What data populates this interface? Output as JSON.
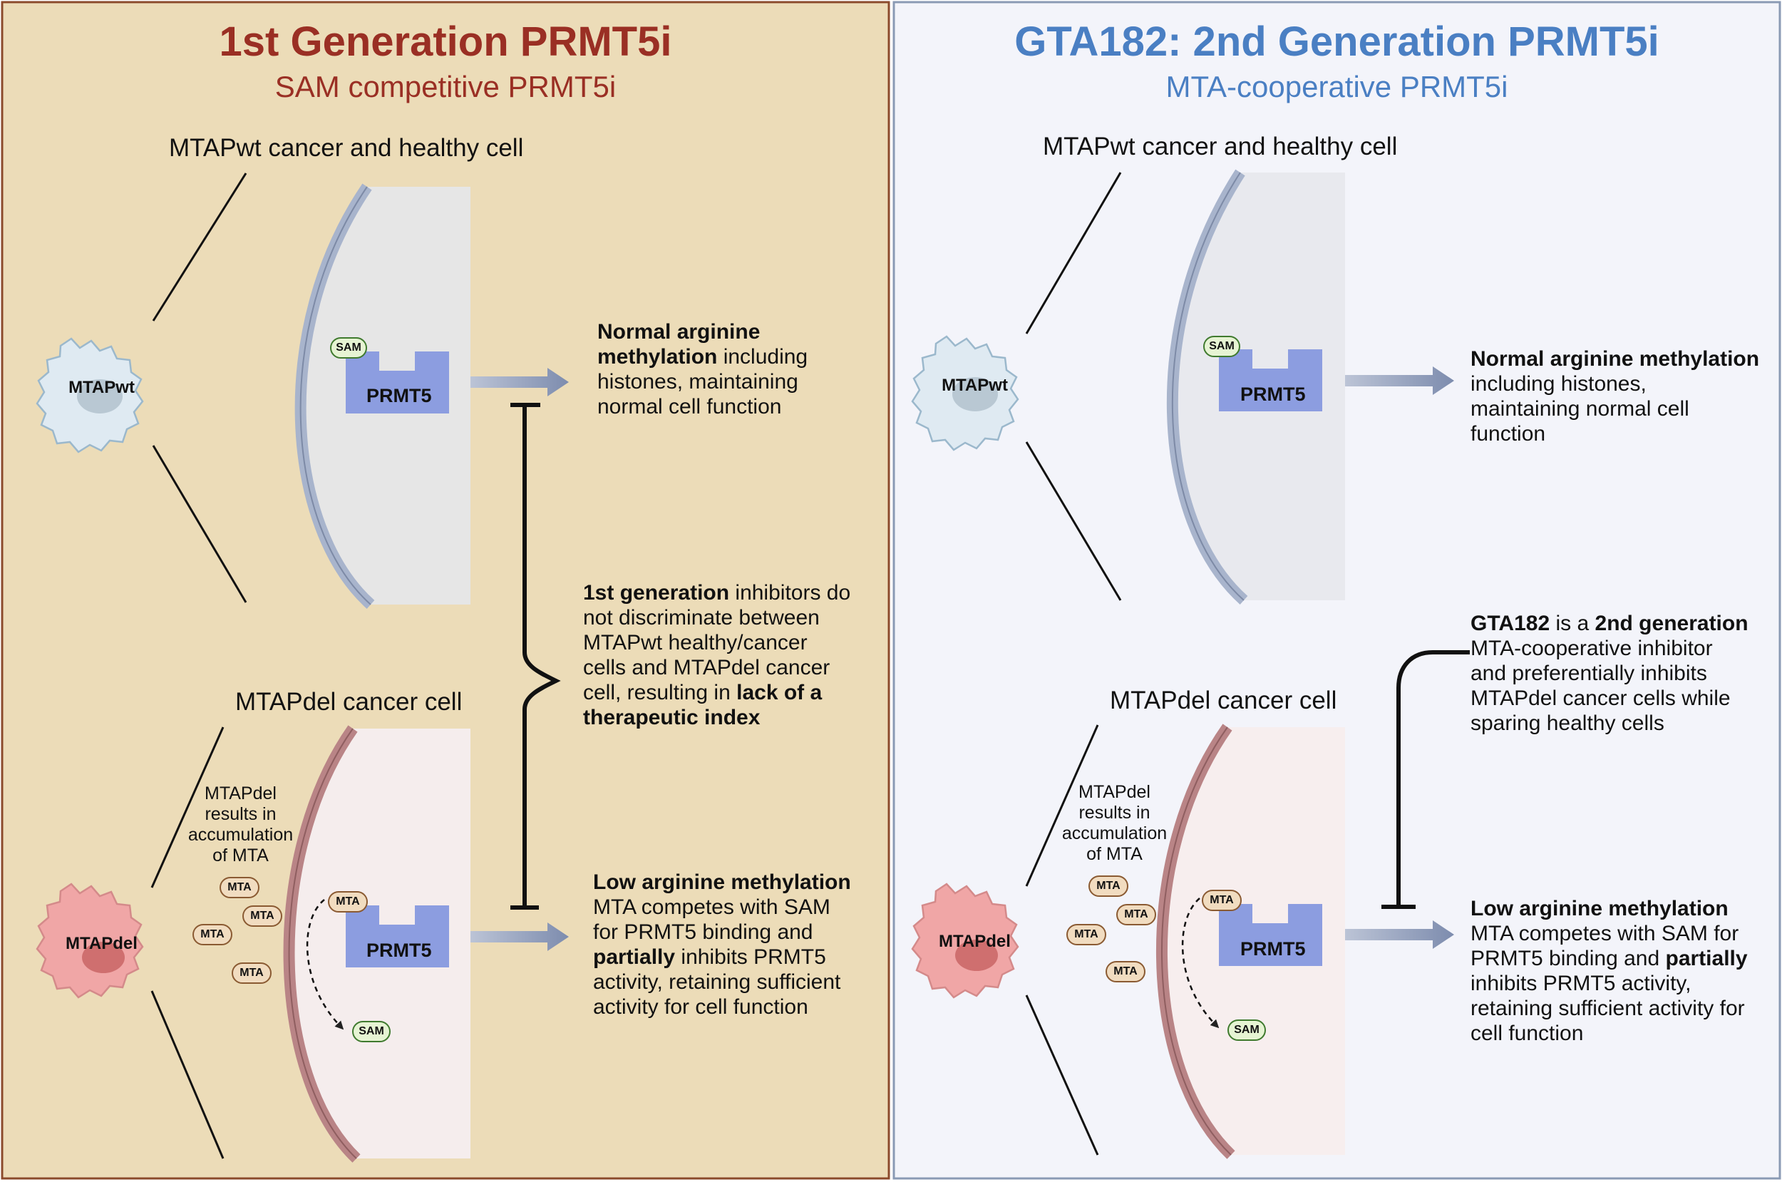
{
  "left": {
    "title": "1st Generation PRMT5i",
    "subtitle": "SAM competitive PRMT5i",
    "wt_heading": "MTAPwt cancer and healthy cell",
    "del_heading": "MTAPdel cancer cell",
    "wt_cell_label": "MTAPwt",
    "del_cell_label": "MTAPdel",
    "prmt5_top": "PRMT5",
    "prmt5_bottom": "PRMT5",
    "sam_top": "SAM",
    "sam_bottom": "SAM",
    "mta_inside": "MTA",
    "mta_free": [
      "MTA",
      "MTA",
      "MTA",
      "MTA"
    ],
    "accum_lines": [
      "MTAPdel",
      "results in",
      "accumulation",
      "of MTA"
    ],
    "normal_lines": [
      [
        {
          "t": "Normal arginine",
          "b": true
        }
      ],
      [
        {
          "t": "methylation",
          "b": true
        },
        {
          "t": " including",
          "b": false
        }
      ],
      [
        {
          "t": "histones, maintaining",
          "b": false
        }
      ],
      [
        {
          "t": "normal cell function",
          "b": false
        }
      ]
    ],
    "middle_lines": [
      [
        {
          "t": "1st generation",
          "b": true
        },
        {
          "t": " inhibitors do",
          "b": false
        }
      ],
      [
        {
          "t": "not discriminate between",
          "b": false
        }
      ],
      [
        {
          "t": "MTAPwt healthy/cancer",
          "b": false
        }
      ],
      [
        {
          "t": "cells and MTAPdel cancer",
          "b": false
        }
      ],
      [
        {
          "t": "cell, resulting in ",
          "b": false
        },
        {
          "t": "lack of a",
          "b": true
        }
      ],
      [
        {
          "t": "therapeutic index",
          "b": true
        }
      ]
    ],
    "low_lines": [
      [
        {
          "t": "Low arginine methylation",
          "b": true
        }
      ],
      [
        {
          "t": "MTA competes with SAM",
          "b": false
        }
      ],
      [
        {
          "t": "for PRMT5 binding and",
          "b": false
        }
      ],
      [
        {
          "t": "partially",
          "b": true
        },
        {
          "t": " inhibits PRMT5",
          "b": false
        }
      ],
      [
        {
          "t": "activity, retaining sufficient",
          "b": false
        }
      ],
      [
        {
          "t": "activity for cell function",
          "b": false
        }
      ]
    ]
  },
  "right": {
    "title": "GTA182: 2nd Generation PRMT5i",
    "subtitle": "MTA-cooperative PRMT5i",
    "wt_heading": "MTAPwt cancer and healthy cell",
    "del_heading": "MTAPdel cancer cell",
    "wt_cell_label": "MTAPwt",
    "del_cell_label": "MTAPdel",
    "prmt5_top": "PRMT5",
    "prmt5_bottom": "PRMT5",
    "sam_top": "SAM",
    "sam_bottom": "SAM",
    "mta_inside": "MTA",
    "mta_free": [
      "MTA",
      "MTA",
      "MTA",
      "MTA"
    ],
    "accum_lines": [
      "MTAPdel",
      "results in",
      "accumulation",
      "of MTA"
    ],
    "normal_lines": [
      [
        {
          "t": "Normal arginine methylation",
          "b": true
        }
      ],
      [
        {
          "t": "including histones,",
          "b": false
        }
      ],
      [
        {
          "t": "maintaining normal cell",
          "b": false
        }
      ],
      [
        {
          "t": "function",
          "b": false
        }
      ]
    ],
    "middle_lines": [
      [
        {
          "t": "GTA182",
          "b": true
        },
        {
          "t": " is a ",
          "b": false
        },
        {
          "t": "2nd generation",
          "b": true
        }
      ],
      [
        {
          "t": "MTA-cooperative inhibitor",
          "b": false
        }
      ],
      [
        {
          "t": "and preferentially inhibits",
          "b": false
        }
      ],
      [
        {
          "t": "MTAPdel cancer cells while",
          "b": false
        }
      ],
      [
        {
          "t": "sparing healthy cells",
          "b": false
        }
      ]
    ],
    "low_lines": [
      [
        {
          "t": "Low arginine methylation",
          "b": true
        }
      ],
      [
        {
          "t": "MTA competes with SAM for",
          "b": false
        }
      ],
      [
        {
          "t": "PRMT5 binding and ",
          "b": false
        },
        {
          "t": "partially",
          "b": true
        }
      ],
      [
        {
          "t": "inhibits PRMT5 activity,",
          "b": false
        }
      ],
      [
        {
          "t": "retaining sufficient activity for",
          "b": false
        }
      ],
      [
        {
          "t": "cell function",
          "b": false
        }
      ]
    ]
  },
  "colors": {
    "left_panel_bg": "#ecdcb8",
    "left_panel_border": "#8b4a2b",
    "right_panel_bg": "#f3f4fa",
    "right_panel_border": "#8a9ab4",
    "prmt5": "#8c9de0",
    "arrow": "#8d9bb8",
    "membrane_top": "#a8b4cc",
    "membrane_bottom": "#b98486"
  }
}
